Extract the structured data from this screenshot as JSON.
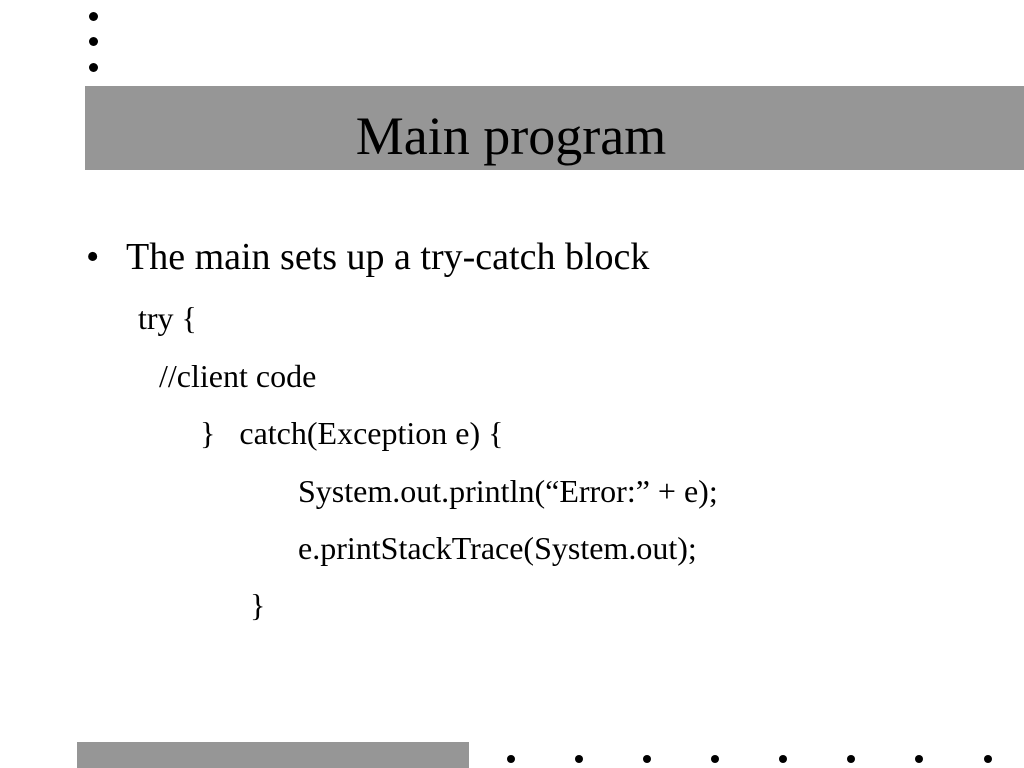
{
  "slide": {
    "title": "Main program",
    "bullet_marker": "•",
    "bullet_text": "The main sets up a try-catch block",
    "code_lines": [
      "try {",
      "//client code",
      "}   catch(Exception e) {",
      "System.out.println(“Error:” + e);",
      "e.printStackTrace(System.out);",
      "}"
    ]
  },
  "colors": {
    "title_bar": "#969696",
    "footer_bar": "#969696",
    "text": "#000000",
    "background": "#ffffff"
  },
  "icons": {
    "top_decoration": "vertical-dots",
    "footer_decoration": "horizontal-dots"
  }
}
